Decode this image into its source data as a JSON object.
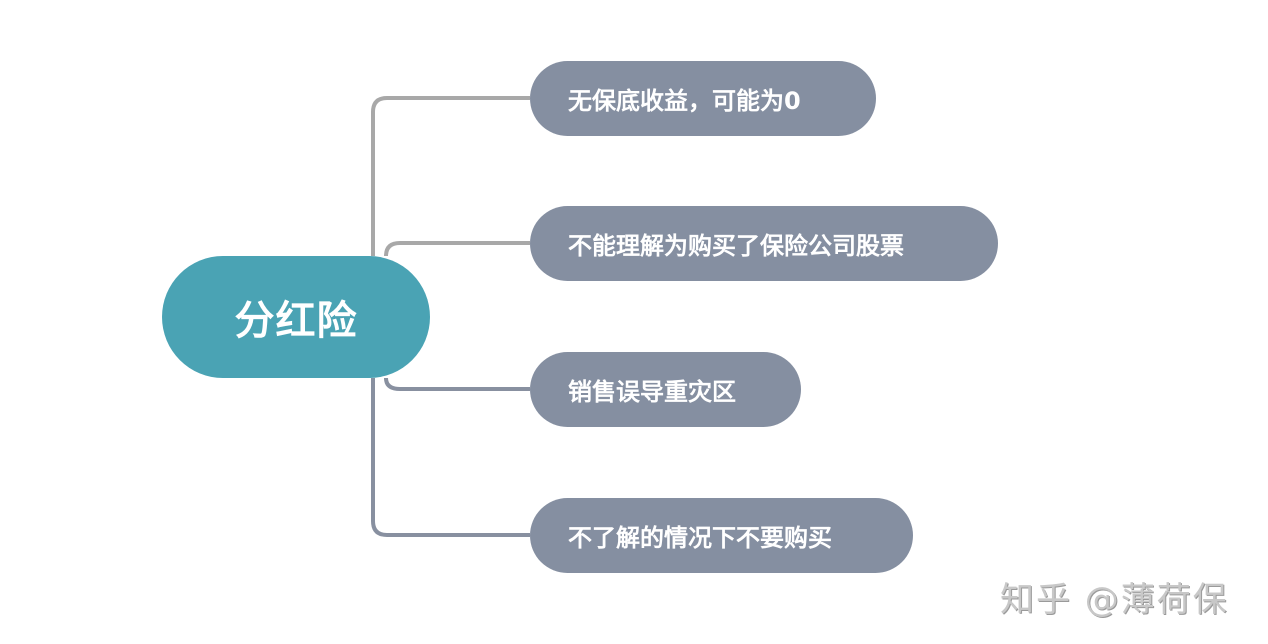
{
  "mindmap": {
    "root": {
      "label": "分红险",
      "color": "#4aa3b4"
    },
    "children": [
      {
        "label": "无保底收益，可能为0",
        "color": "#858fa1"
      },
      {
        "label": "不能理解为购买了保险公司股票",
        "color": "#858fa1"
      },
      {
        "label": "销售误导重灾区",
        "color": "#858fa1"
      },
      {
        "label": "不了解的情况下不要购买",
        "color": "#858fa1"
      }
    ],
    "connector_colors": {
      "upper": "#a8a8a8",
      "lower": "#8890a0"
    }
  },
  "watermark": {
    "text": "知乎 @薄荷保"
  }
}
